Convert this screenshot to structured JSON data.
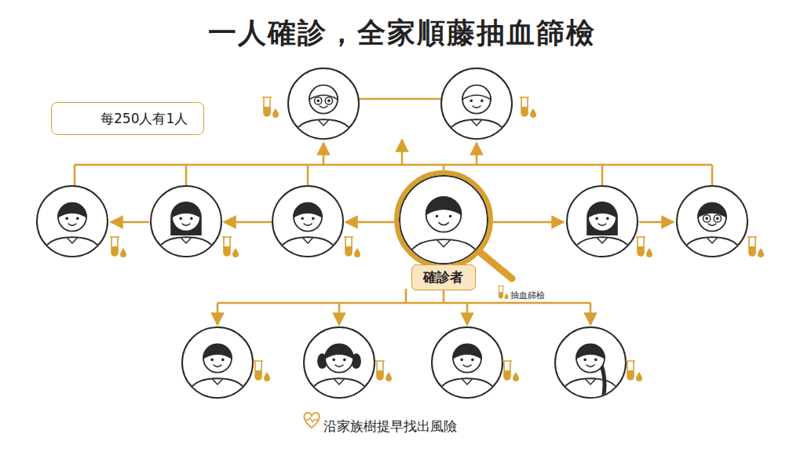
{
  "diagram": {
    "title": "一人確診，全家順藤抽血篩檢",
    "caption": "沿家族樹提早找出風險",
    "nodes": [
      {
        "text": [
          "每250人有1人"
        ]
      },
      {
        "text": [
          "確診者"
        ]
      }
    ],
    "labels": [
      "抽血篩檢"
    ]
  }
}
